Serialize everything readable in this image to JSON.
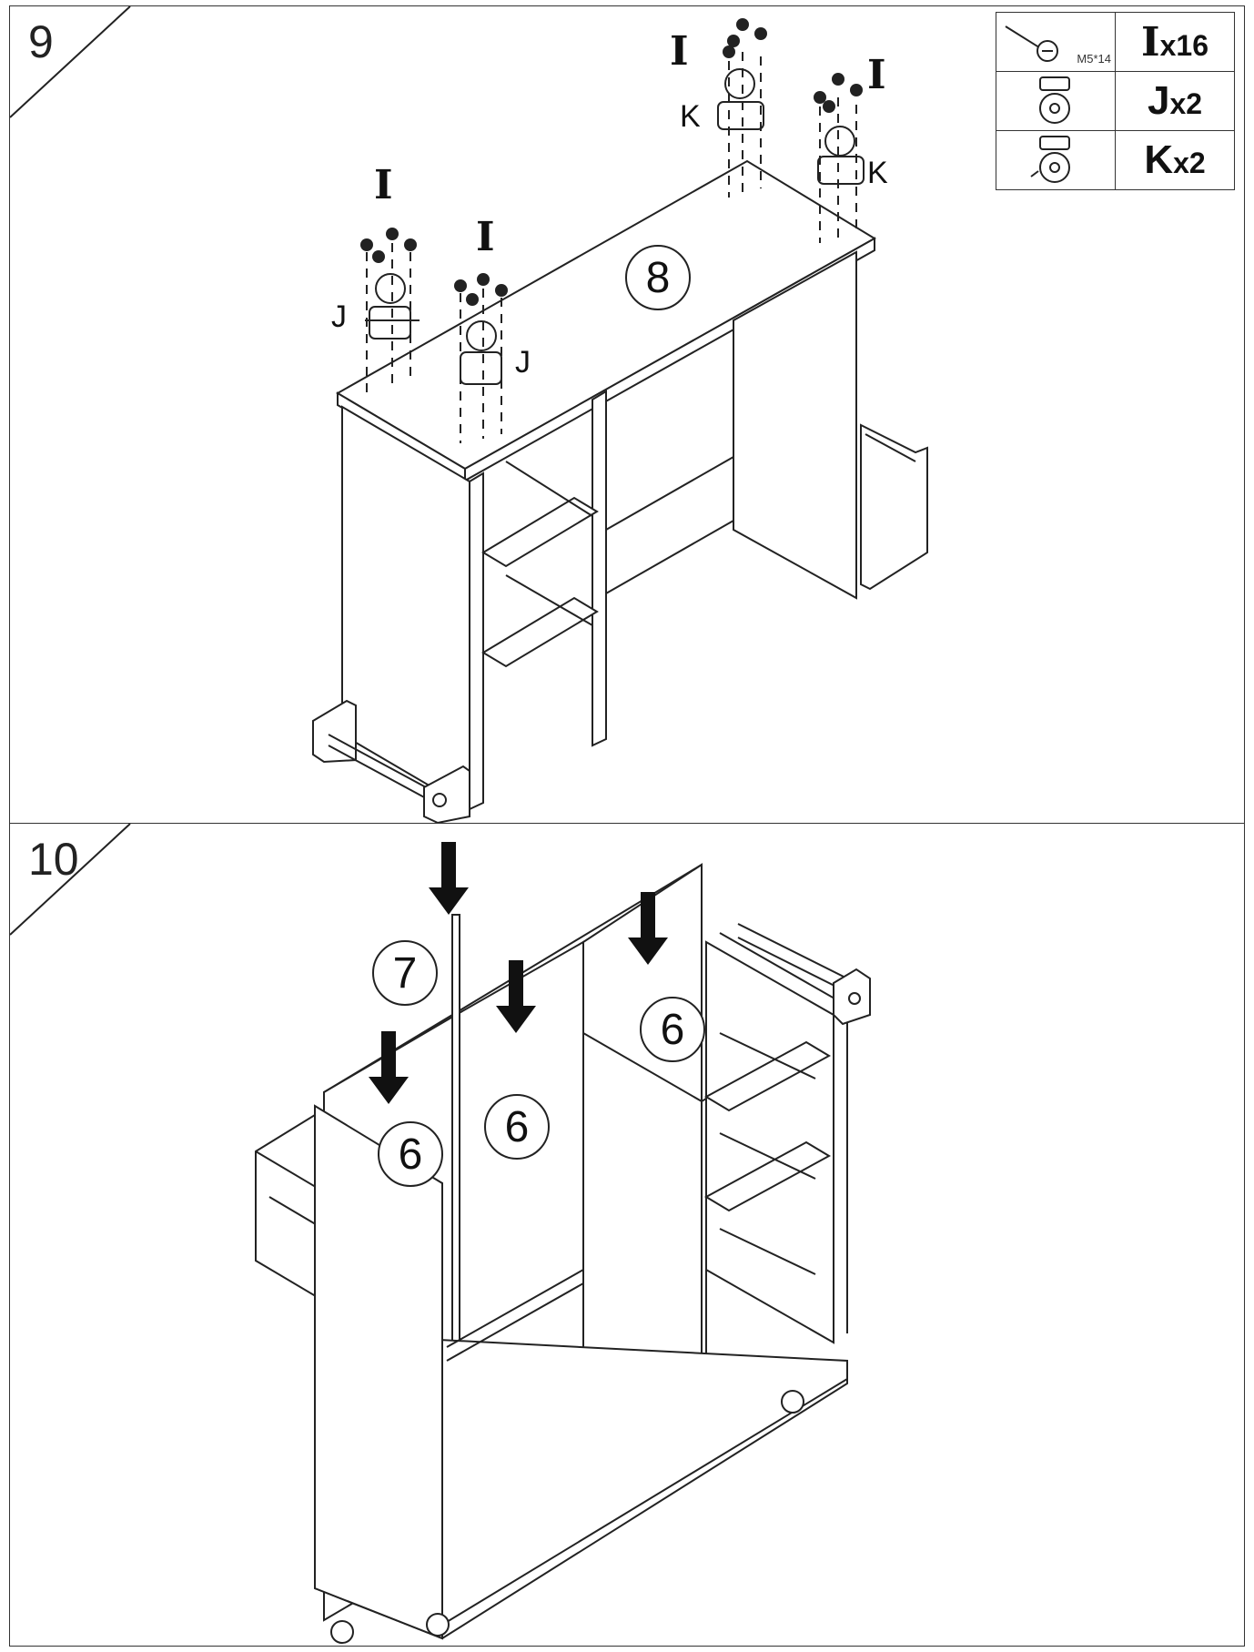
{
  "steps": [
    {
      "number": "9"
    },
    {
      "number": "10"
    }
  ],
  "legend": [
    {
      "letter": "I",
      "count": "x16",
      "spec": "M5*14",
      "icon": "screw-icon"
    },
    {
      "letter": "J",
      "count": "x2",
      "icon": "caster-wheel-icon"
    },
    {
      "letter": "K",
      "count": "x2",
      "icon": "caster-wheel-brake-icon"
    }
  ],
  "step9_labels": {
    "screw": "I",
    "caster_j": "J",
    "caster_k": "K",
    "top_panel": "8"
  },
  "step10_labels": {
    "back_strip": "7",
    "back_panel": "6"
  }
}
